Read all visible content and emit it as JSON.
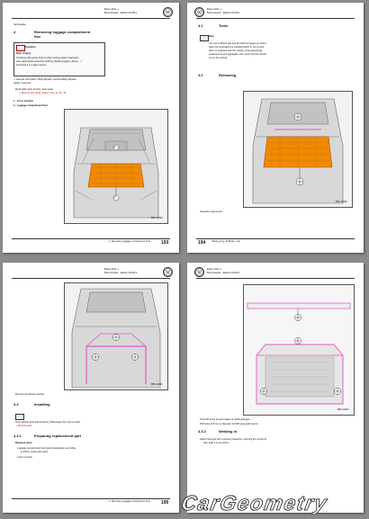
{
  "page1": {
    "header_top": "Brave 2011 ➜",
    "header_sub": "Body Repairs - Edition 09.2013",
    "sec_small": "Serviceable ...",
    "sec_num": "4",
    "sec_title": "Removing luggage compartment",
    "sec_sub": "floor",
    "caution_label": "Caution",
    "danger_label": "Risk of injury",
    "caution_line1": "If working with power tools or when cutting sharp metal parts",
    "caution_line2": "wear appropriate protective clothing (Safety goggles, gloves ...)",
    "caution_line3": "instructions in a safe manner.",
    "ref_line": "⇒ General information; Body Repairs; General Body Repairs;",
    "ref_line2": "Safety measures",
    "bullet1": "Read table parts of body; tank repair.",
    "bullet1_red": "⇒ Body Repair; Body repairs; Rep. gr. 50 ; 11",
    "step_label": "1 - Cross member",
    "step_label2": "2 - Luggage compartment floor",
    "callout1": "1",
    "callout2": "2",
    "fig_code": "B50-10229",
    "footer": "4. Removing luggage compartment floor",
    "page_num": "193"
  },
  "page2": {
    "header_top": "Brave 2011 ➜",
    "header_sub": "Body Repairs - Edition 09.2013",
    "sec1_num": "4.1",
    "sec1_title": "Tools",
    "note_label": "Note",
    "note_line1": "The use of Bosch gas and the Drill tool space set sheet",
    "note_line2": "does not necessarily be supplied which is, but a work",
    "note_line3": "piece is equipped with the cutting; using appropriate",
    "note_line4": "equipment as per aggregate, then work must be carried",
    "note_line5": "out on the vehicle.",
    "sec2_num": "4.2",
    "sec2_title": "Removing",
    "bullet1": "Separate original part.",
    "fig_code": "B50-10230",
    "footer": "Body group: 50  Body - rear",
    "page_num": "194"
  },
  "page3": {
    "header_top": "Brave 2011 ➜",
    "header_sub": "Body Repairs - Edition 09.2013",
    "bullet1": "Remove remaining material.",
    "sec1_num": "4.3",
    "sec1_title": "Installing",
    "note_line1": "Only welding work authorized by Volkswagen AG may be used.",
    "note_line1_red": "⇒ Body Repairs",
    "sec2_num": "4.3.1",
    "sec2_title": "Preparing replacement part",
    "req_label": "Required parts:",
    "req_item1": "Luggage compartment floor (parts designation according",
    "req_item1b": "to ETKA- spare part parts)",
    "req_item2": "Cross member",
    "fig_code": "B50-10231",
    "footer": "4. Removing luggage compartment floor",
    "page_num": "195"
  },
  "page4": {
    "header_top": "Brave 2011 ➜",
    "header_sub": "Body Repairs - Edition 09.2013",
    "bullet1": "Grind off at the top and edges of welding flanges.",
    "bullet2": "Drill holes of 8 mm in diameter for MIG plug weld seams.",
    "sec1_num": "4.3.2",
    "sec1_title": "Welding in",
    "bullet3": "Attach new part with corrosion protection, ensuring the correct fit.",
    "bullet3b": "then weld it on as shown.",
    "fig_code": "B50-10232"
  },
  "brand": {
    "name": "CarGeometry",
    "color": "#111111"
  },
  "colors": {
    "highlight_orange": "#f08a00",
    "highlight_pink": "#e058c8",
    "warning_red": "#cc1111",
    "background": "#8a8a8a"
  }
}
